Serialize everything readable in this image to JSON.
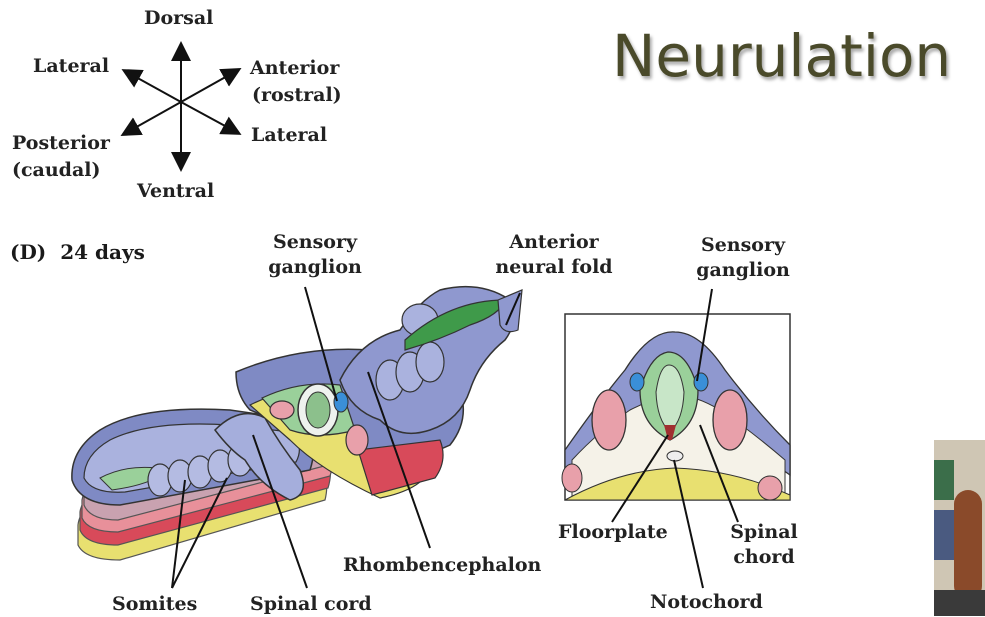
{
  "title": "Neurulation",
  "compass": {
    "dorsal": "Dorsal",
    "ventral": "Ventral",
    "lateral_left": "Lateral",
    "lateral_right": "Lateral",
    "anterior_line1": "Anterior",
    "anterior_line2": "(rostral)",
    "posterior_line1": "Posterior",
    "posterior_line2": "(caudal)"
  },
  "panel": {
    "letter": "(D)",
    "age": "24 days"
  },
  "labels": {
    "sensory_ganglion_left_line1": "Sensory",
    "sensory_ganglion_left_line2": "ganglion",
    "anterior_neural_fold_line1": "Anterior",
    "anterior_neural_fold_line2": "neural fold",
    "sensory_ganglion_right_line1": "Sensory",
    "sensory_ganglion_right_line2": "ganglion",
    "rhombencephalon": "Rhombencephalon",
    "somites": "Somites",
    "spinal_cord": "Spinal cord",
    "floorplate": "Floorplate",
    "spinal_chord_line1": "Spinal",
    "spinal_chord_line2": "chord",
    "notochord": "Notochord"
  },
  "colors": {
    "neural_tube": "#9aa4d6",
    "neural_tube_dark": "#5a64a8",
    "neural_fold_green": "#3f9a4a",
    "somite_pink": "#e8a0aa",
    "ganglion_blue": "#3a8fd8",
    "layer_red": "#d84a5a",
    "layer_yellow": "#e8e070",
    "green_tissue": "#9ad09a"
  }
}
